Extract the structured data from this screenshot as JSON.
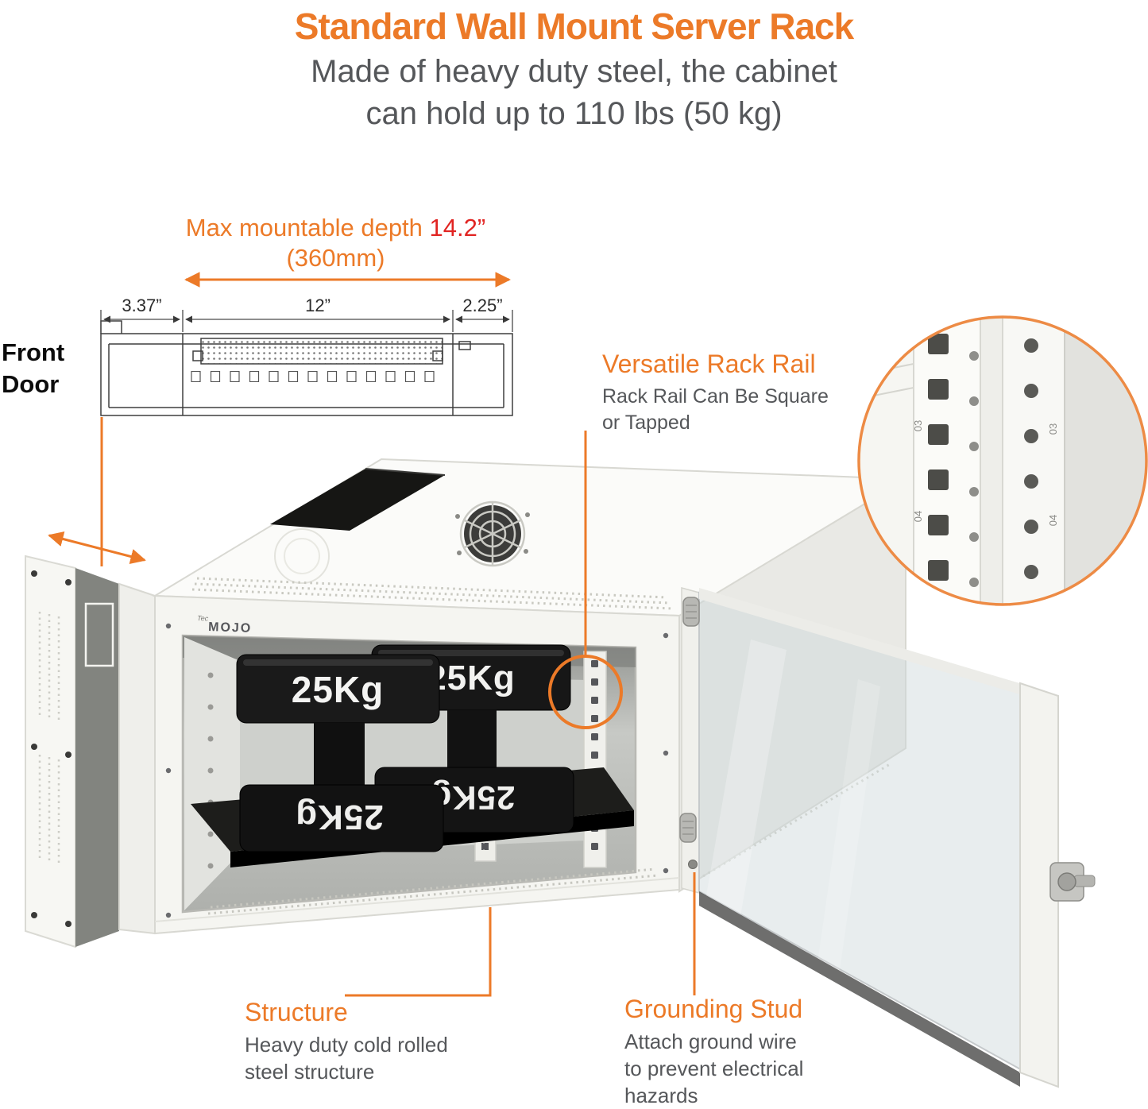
{
  "header": {
    "title": "Standard Wall Mount Server Rack",
    "subtitle": [
      "Made of heavy duty steel, the cabinet",
      "can hold up to 110 lbs (50 kg)"
    ]
  },
  "diagram": {
    "depth_prefix": "Max mountable depth ",
    "depth_value": "14.2”",
    "depth_metric": "(360mm)",
    "dim_door": "3.37”",
    "dim_rail": "12”",
    "dim_front": "2.25”",
    "front_door": [
      "Front",
      "Door"
    ]
  },
  "callouts": {
    "rack_rail": {
      "title": "Versatile Rack Rail",
      "desc": [
        "Rack Rail Can Be Square",
        "or Tapped"
      ]
    },
    "structure": {
      "title": "Structure",
      "desc": [
        "Heavy duty cold rolled",
        "steel structure"
      ]
    },
    "grounding": {
      "title": "Grounding Stud",
      "desc": [
        "Attach ground wire",
        "to prevent electrical",
        "hazards"
      ]
    }
  },
  "product": {
    "brand_prefix": "Tec",
    "brand": "MOJO",
    "weight": "25Kg",
    "rail_marks": [
      "03",
      "04",
      "03",
      "04"
    ]
  },
  "colors": {
    "accent": "#EC7A28",
    "red": "#E12422",
    "gray": "#55575A"
  }
}
